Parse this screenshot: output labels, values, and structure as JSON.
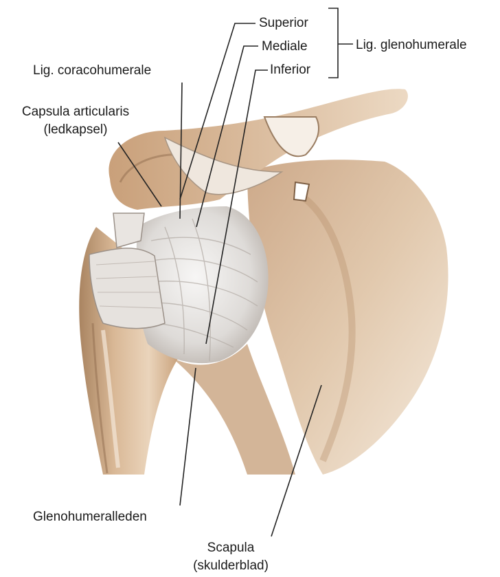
{
  "labels": {
    "superior": "Superior",
    "mediale": "Mediale",
    "inferior": "Inferior",
    "lig_glenohumerale": "Lig. glenohumerale",
    "lig_coracohumerale": "Lig. coracohumerale",
    "capsula_line1": "Capsula articularis",
    "capsula_line2": "(ledkapsel)",
    "glenohumeralleden": "Glenohumeralleden",
    "scapula_line1": "Scapula",
    "scapula_line2": "(skulderblad)"
  },
  "colors": {
    "bone": "#d9b896",
    "bone_shadow": "#a98461",
    "bone_light": "#f2e2cf",
    "capsule": "#e8e6e4",
    "leader": "#222222"
  }
}
